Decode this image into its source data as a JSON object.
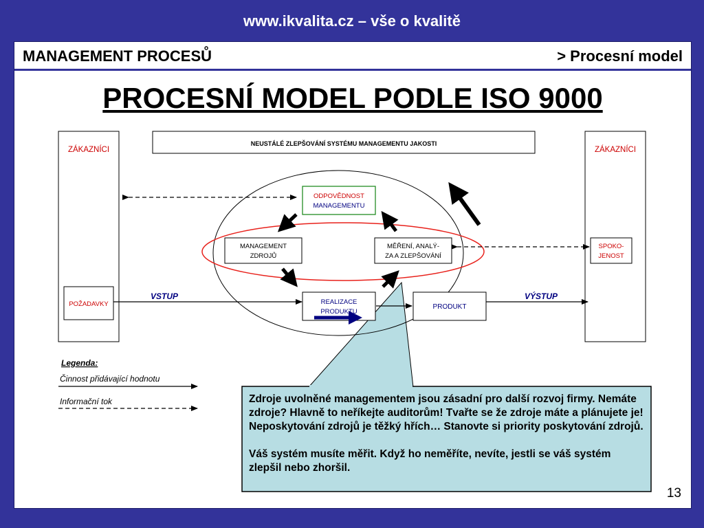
{
  "header": {
    "site": "www.ikvalita.cz – vše o kvalitě",
    "section": "MANAGEMENT PROCESŮ",
    "subsection": "> Procesní model",
    "title": "PROCESNÍ MODEL PODLE ISO 9000",
    "page_number": "13"
  },
  "diagram": {
    "improvement_bar": "NEUSTÁLÉ ZLEPŠOVÁNÍ SYSTÉMU MANAGEMENTU JAKOSTI",
    "customers_left": "ZÁKAZNÍCI",
    "customers_right": "ZÁKAZNÍCI",
    "requirements": "POŽADAVKY",
    "satisfaction": [
      "SPOKO-",
      "JENOST"
    ],
    "mgmt_responsibility": [
      "ODPOVĚDNOST",
      "MANAGEMENTU"
    ],
    "resource_mgmt": [
      "MANAGEMENT",
      "ZDROJŮ"
    ],
    "measurement": [
      "MĚŘENÍ, ANALÝ-",
      "ZA A ZLEPŠOVÁNÍ"
    ],
    "product_realization": [
      "REALIZACE",
      "PRODUKTU"
    ],
    "product": "PRODUKT",
    "input": "VSTUP",
    "output": "VÝSTUP"
  },
  "legend": {
    "title": "Legenda:",
    "value_added": "Činnost přidávající hodnotu",
    "info_flow": "Informační tok"
  },
  "callout": {
    "paragraph1": "Zdroje uvolněné managementem jsou zásadní pro další rozvoj firmy. Nemáte zdroje? Hlavně to neříkejte auditorům! Tvařte se že zdroje máte a plánujete je! Neposkytování zdrojů je těžký hřích… Stanovte si priority poskytování zdrojů.",
    "paragraph2": "Váš systém musíte měřit. Když ho neměříte, nevíte, jestli se váš systém zlepšil nebo zhoršil."
  },
  "colors": {
    "frame": "#33339a",
    "red_text": "#cc0000",
    "green_border": "#228b22",
    "navy": "#000080",
    "callout_fill": "#b7dde3",
    "ellipse_red": "#e8201a"
  }
}
